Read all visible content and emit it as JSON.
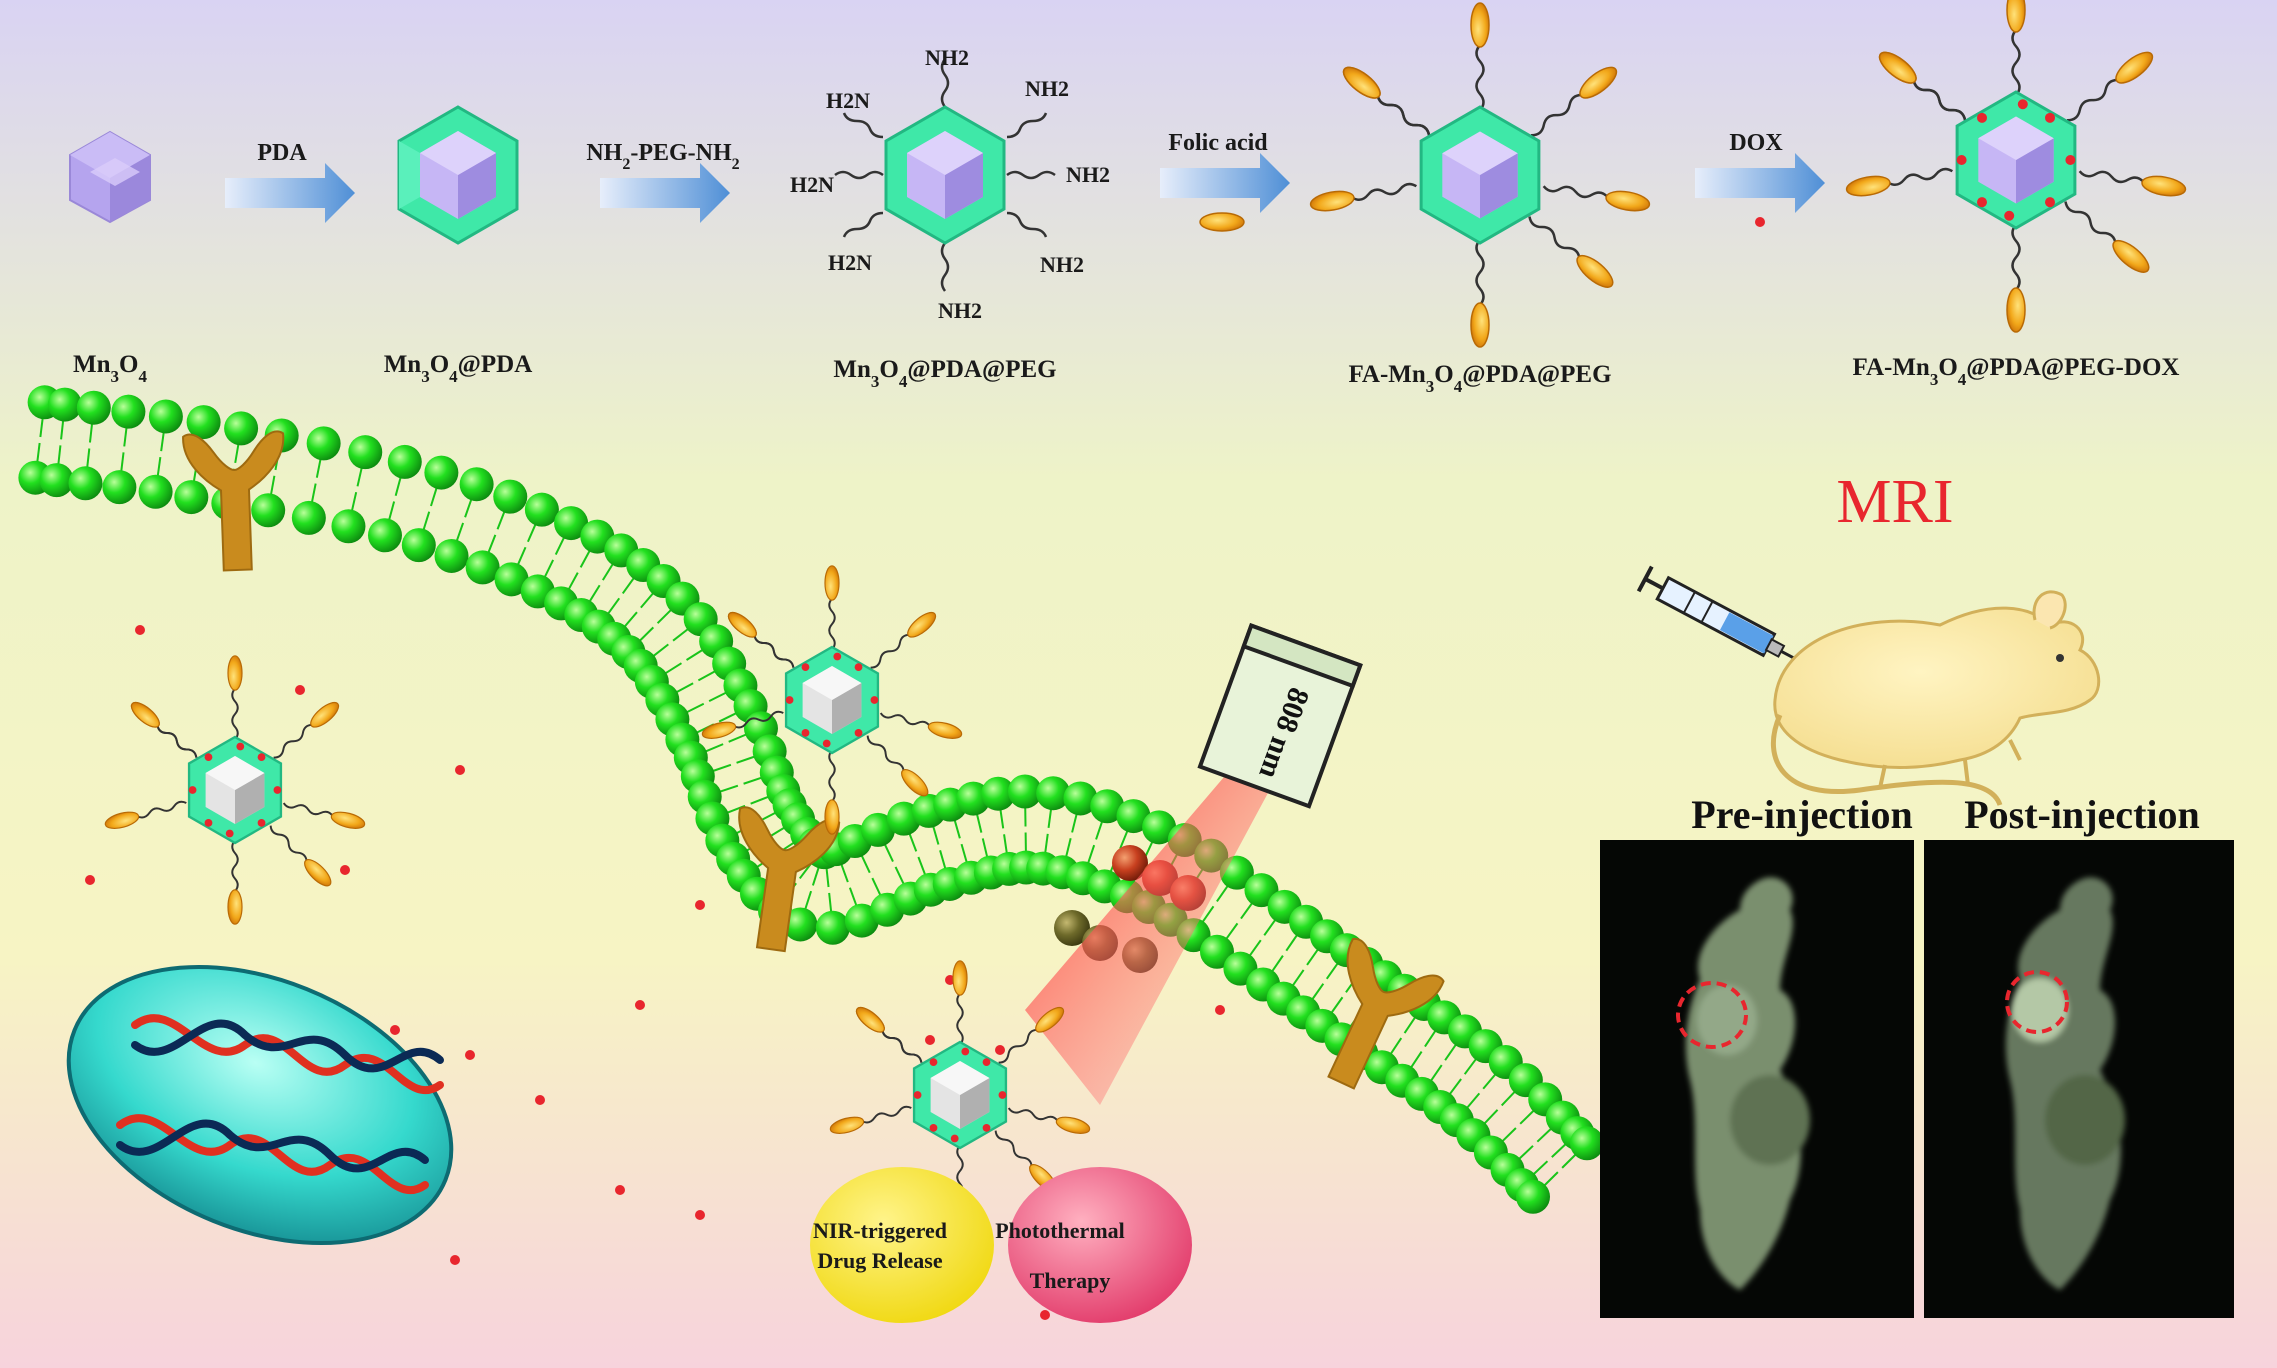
{
  "synthesis": {
    "steps": [
      {
        "reagent": "PDA"
      },
      {
        "reagent": "NH2-PEG-NH2"
      },
      {
        "reagent": "Folic acid"
      },
      {
        "reagent": "DOX"
      }
    ],
    "products": [
      "Mn3O4",
      "Mn3O4@PDA",
      "Mn3O4@PDA@PEG",
      "FA-Mn3O4@PDA@PEG",
      "FA-Mn3O4@PDA@PEG-DOX"
    ],
    "amine_group": "NH2",
    "amine_group_left": "H2N"
  },
  "imaging": {
    "title": "MRI",
    "pre_label": "Pre-injection",
    "post_label": "Post-injection"
  },
  "laser": {
    "label": "808 nm"
  },
  "therapy": {
    "release_line1": "NIR-triggered",
    "release_line2": "Drug Release",
    "ptt_line1": "Photothermal",
    "ptt_line2": "Therapy"
  },
  "colors": {
    "shell": "#3fe8a8",
    "core": "#b9a8f0",
    "lipid": "#19d61b",
    "receptor": "#c98b1e",
    "ligand": "#f2a81a",
    "drug": "#e8262e",
    "mri_title": "#e8262e"
  }
}
